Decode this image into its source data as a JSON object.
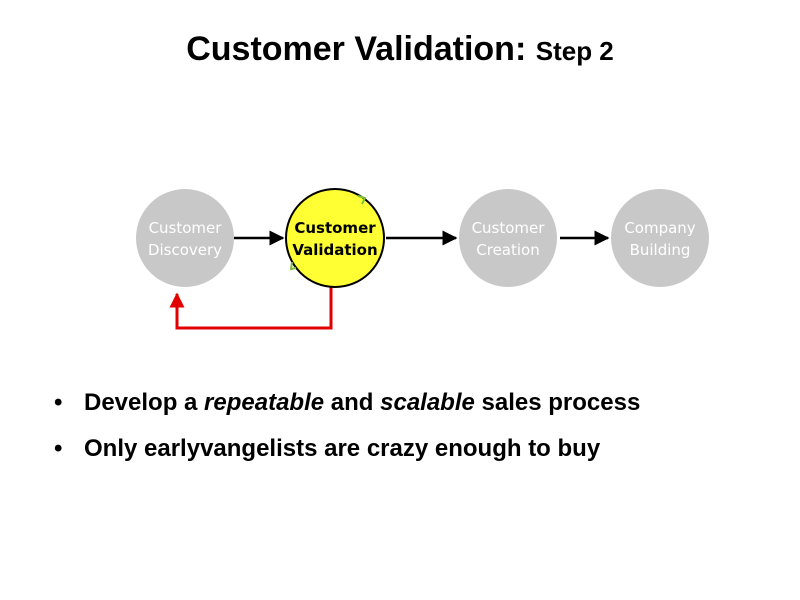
{
  "slide": {
    "title_main": "Customer Validation:",
    "title_step": "Step 2"
  },
  "diagram": {
    "nodes": [
      {
        "line1": "Customer",
        "line2": "Discovery",
        "state": "inactive"
      },
      {
        "line1": "Customer",
        "line2": "Validation",
        "state": "active"
      },
      {
        "line1": "Customer",
        "line2": "Creation",
        "state": "inactive"
      },
      {
        "line1": "Company",
        "line2": "Building",
        "state": "inactive"
      }
    ],
    "colors": {
      "inactive_fill": "#c8c8c8",
      "inactive_text": "#ffffff",
      "active_fill": "#ffff33",
      "active_text": "#000000",
      "arrow": "#000000",
      "loop_arrow": "#e00000",
      "accent_mark": "#7fbf3f"
    }
  },
  "bullets": [
    {
      "parts": [
        {
          "text": "Develop a ",
          "italic": false
        },
        {
          "text": "repeatable",
          "italic": true
        },
        {
          "text": " and ",
          "italic": false
        },
        {
          "text": "scalable",
          "italic": true
        },
        {
          "text": " sales process",
          "italic": false
        }
      ]
    },
    {
      "parts": [
        {
          "text": "Only earlyvangelists are crazy enough to buy",
          "italic": false
        }
      ]
    }
  ]
}
